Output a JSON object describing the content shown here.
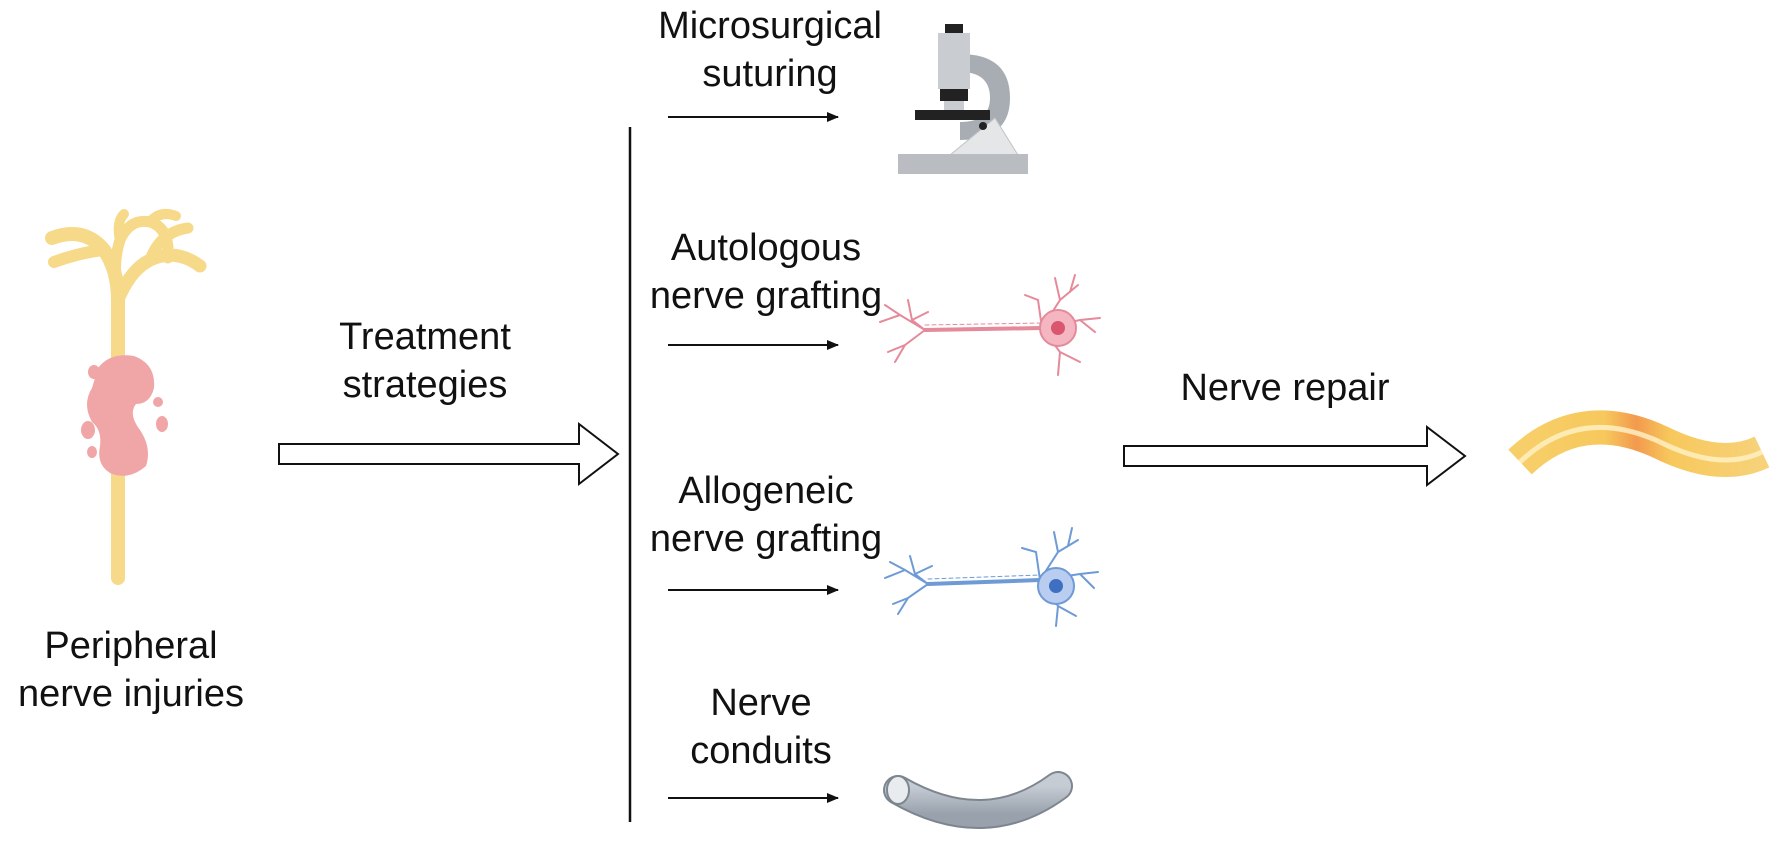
{
  "source": {
    "label_line1": "Peripheral",
    "label_line2": "nerve injuries",
    "colors": {
      "neuron": "#f7d98a",
      "injury": "#f0a6a6"
    }
  },
  "treatment_arrow": {
    "label_line1": "Treatment",
    "label_line2": "strategies"
  },
  "strategies": [
    {
      "line1": "Microsurgical",
      "line2": "suturing",
      "icon": "microscope-icon"
    },
    {
      "line1": "Autologous",
      "line2": "nerve grafting",
      "icon": "pink-neuron-icon",
      "color": "#e58a9a"
    },
    {
      "line1": "Allogeneic",
      "line2": "nerve grafting",
      "icon": "blue-neuron-icon",
      "color": "#6e9ad6"
    },
    {
      "line1": "Nerve",
      "line2": "conduits",
      "icon": "conduit-tube-icon",
      "color": "#a8b0ba"
    }
  ],
  "repair_arrow": {
    "label": "Nerve repair"
  },
  "result": {
    "icon": "repaired-nerve-icon",
    "colors": {
      "nerve": "#f6c85a",
      "repaired_segment": "#f3924a"
    }
  }
}
